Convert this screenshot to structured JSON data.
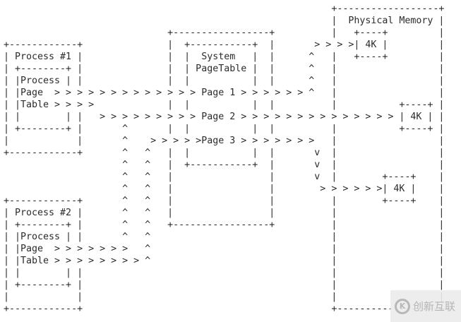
{
  "lines": [
    "                                                          +------------------+",
    "                                                          |  Physical Memory |",
    "                             +-----------------+          |   +----+         |",
    "+------------+               |  +-----------+  |       > > > >| 4K |         |",
    "| Process #1 |               |  |  System   |  |      ^   |   +----+         |",
    "| +--------+ |               |  | PageTable |  |      ^   |                  |",
    "| |Process | |               |  |           |  |      ^   |                  |",
    "| |Page  > > > > > > > > > > > > > Page 1 > > > > > > ^   |                  |",
    "| |Table > > > >             |  |           |  |          |           +----+ |",
    "| |        | |   > > > > > > > > > Page 2 > > > > > > > > > > > > > > | 4K | |",
    "| +--------+ |       ^       |  |           |  |          |           +----+ |",
    "|            |       ^    > > > > >Page 3 > > > > > > >   |                  |",
    "+------------+       ^   ^   |  |           |  |       v  |                  |",
    "                     ^   ^   |  +-----------+  |       v  |                  |",
    "                     ^   ^   |                 |       v  |        +----+    |",
    "                     ^   ^   |                 |        > > > > > >| 4K |    |",
    "+------------+       ^   ^   |                 |          |        +----+    |",
    "| Process #2 |       ^   ^   |                 |          |                  |",
    "| +--------+ |       ^   ^   +-----------------+          |                  |",
    "| |Process | |       ^   ^                                |                  |",
    "| |Page  > > > > > > >   ^                                |                  |",
    "| |Table > > > > > > > > ^                                |                  |",
    "| |        | |                                            |                  |",
    "| +--------+ |                                            |                  |",
    "|            |                                            |                  |",
    "+------------+                                            +------------------+"
  ],
  "watermark": {
    "text": "创新互联",
    "logo_letter": "K"
  }
}
